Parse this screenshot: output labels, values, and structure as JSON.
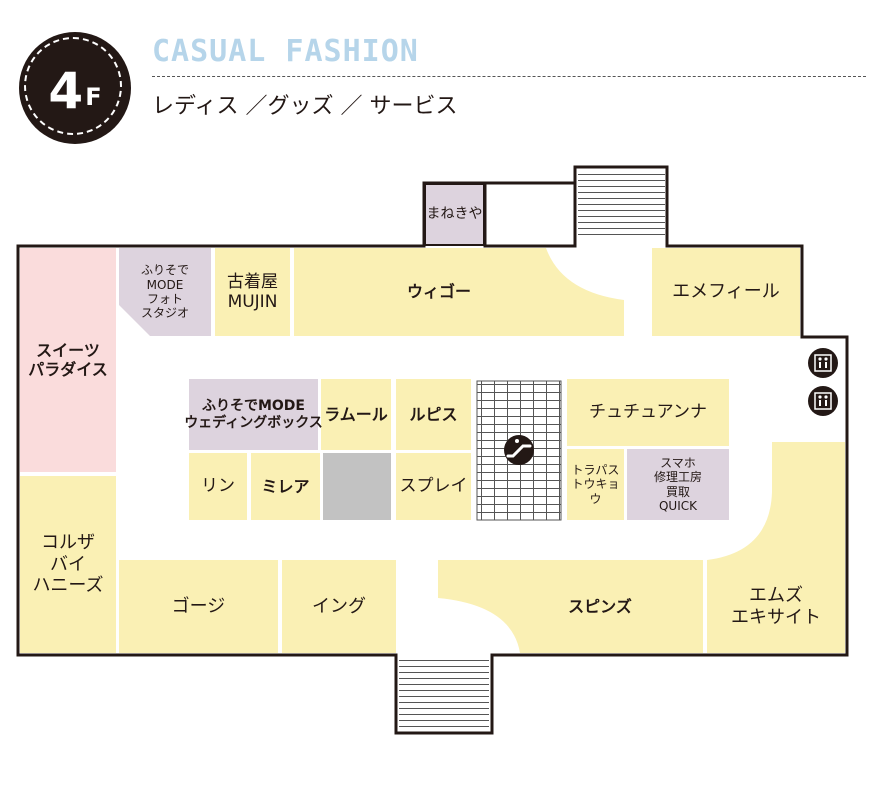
{
  "floor": {
    "number": "4",
    "suffix": "F"
  },
  "title": "CASUAL FASHION",
  "subtitle": "レディス ／グッズ ／ サービス",
  "colors": {
    "shop": "#faf0b4",
    "service": "#ddd3de",
    "sweets": "#fadcdc",
    "empty": "#c2c2c2",
    "outline": "#231815",
    "title": "#b6d5ea"
  },
  "shops": {
    "maneki": "まねきや",
    "furisode_photo": "ふりそで\nMODE\nフォト\nスタジオ",
    "furugi": "古着屋\nMUJIN",
    "wego": "ウィゴー",
    "emefeel": "エメフィール",
    "sweets": "スイーツ\nパラダイス",
    "furisode_wedding": "ふりそでMODE\nウェディングボックス",
    "ramule": "ラムール",
    "lupis": "ルピス",
    "chuchu": "チュチュアンナ",
    "rin": "リン",
    "mirea": "ミレア",
    "spray": "スプレイ",
    "trapas": "トラパス\nトウキョウ",
    "smaho": "スマホ\n修理工房\n買取\nQUICK",
    "colza": "コルザ\nバイ\nハニーズ",
    "gouji": "ゴージ",
    "ing": "イング",
    "spins": "スピンズ",
    "ms": "エムズ\nエキサイト"
  },
  "icons": [
    "elevator-icon",
    "elevator-icon",
    "escalator-icon"
  ]
}
